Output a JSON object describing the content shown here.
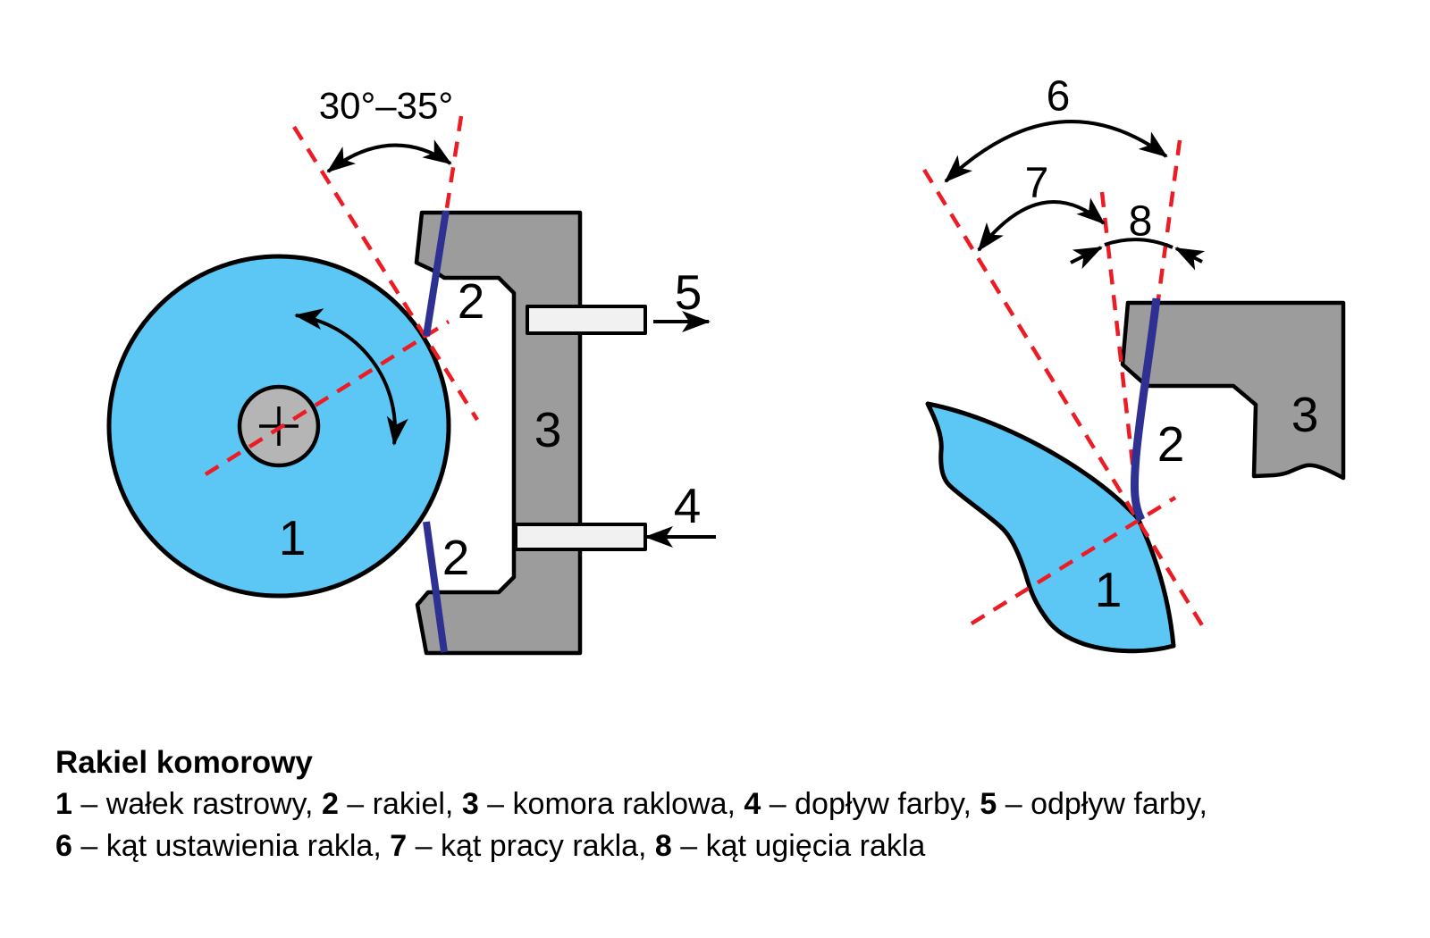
{
  "colors": {
    "roller": "#5CC7F4",
    "chamber": "#9C9C9C",
    "hub": "#B5B5B5",
    "pipe": "#F1F1F1",
    "blade": "#2E3192",
    "dash": "#EC1C24",
    "ink": "#000000"
  },
  "left_diagram": {
    "angle_range_label": "30°–35°",
    "label_roller": "1",
    "label_blade_top": "2",
    "label_blade_bottom": "2",
    "label_chamber": "3",
    "label_ink_inflow": "4",
    "label_ink_outflow": "5"
  },
  "right_diagram": {
    "label_roller": "1",
    "label_blade": "2",
    "label_chamber": "3",
    "label_setting_angle": "6",
    "label_working_angle": "7",
    "label_deflection_angle": "8"
  },
  "caption": {
    "title": "Rakiel komorowy",
    "line1": [
      {
        "text": "1",
        "bold": true
      },
      {
        "text": " – wałek rastrowy, ",
        "bold": false
      },
      {
        "text": "2",
        "bold": true
      },
      {
        "text": " – rakiel, ",
        "bold": false
      },
      {
        "text": "3",
        "bold": true
      },
      {
        "text": " – komora raklowa, ",
        "bold": false
      },
      {
        "text": "4",
        "bold": true
      },
      {
        "text": " – dopływ farby, ",
        "bold": false
      },
      {
        "text": "5",
        "bold": true
      },
      {
        "text": " – odpływ farby,",
        "bold": false
      }
    ],
    "line2": [
      {
        "text": "6",
        "bold": true
      },
      {
        "text": " – kąt ustawienia rakla, ",
        "bold": false
      },
      {
        "text": "7",
        "bold": true
      },
      {
        "text": " – kąt pracy rakla, ",
        "bold": false
      },
      {
        "text": "8",
        "bold": true
      },
      {
        "text": " – kąt ugięcia rakla",
        "bold": false
      }
    ]
  }
}
